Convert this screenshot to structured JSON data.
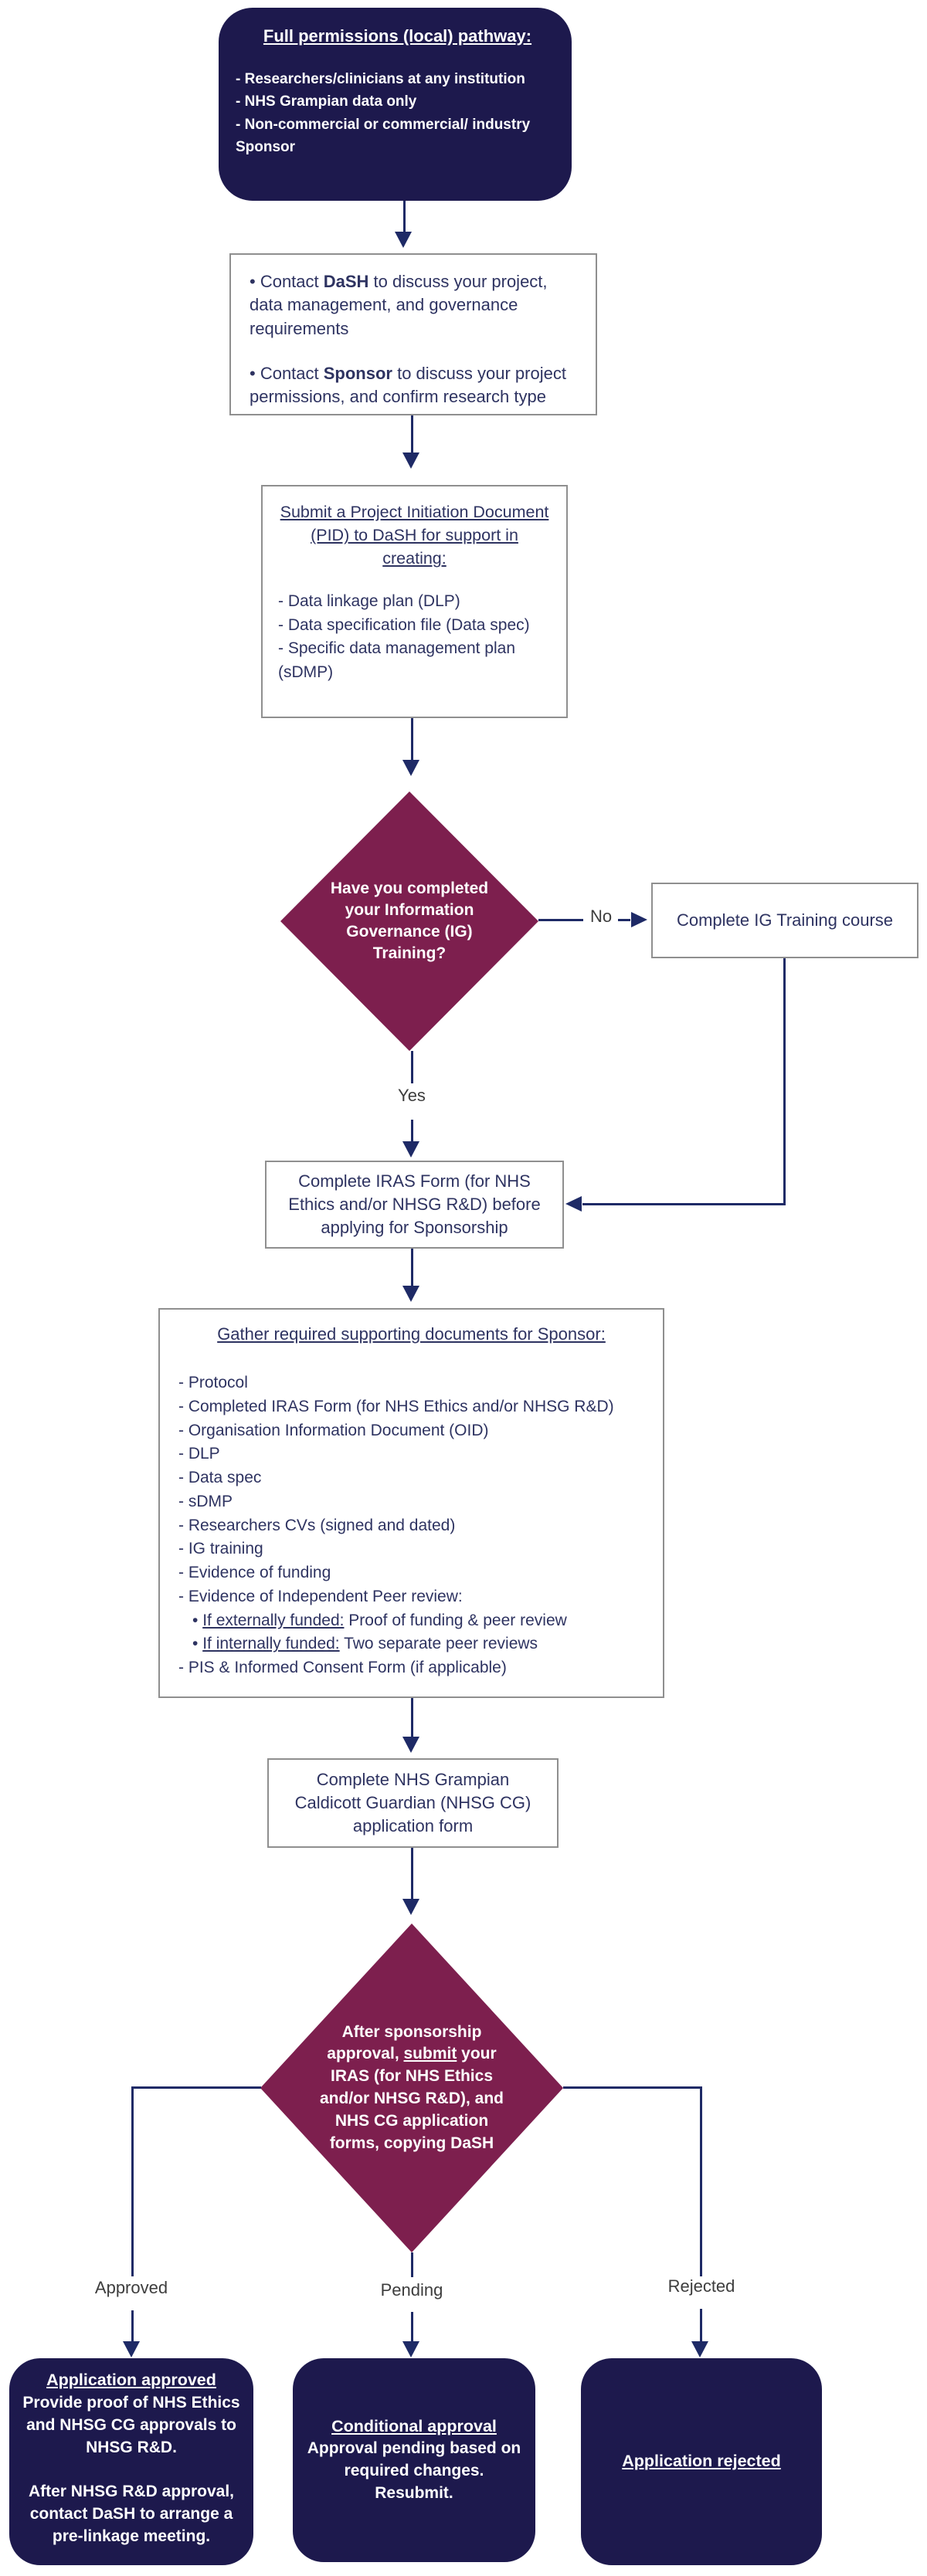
{
  "colors": {
    "node_navy": "#1d194d",
    "decision_maroon": "#7d1f4e",
    "connector_blue": "#1e2a66"
  },
  "nodes": {
    "start": {
      "title": "Full permissions (local) pathway:",
      "items": [
        "- Researchers/clinicians at any institution",
        "- NHS Grampian data only",
        "- Non-commercial or commercial/ industry Sponsor"
      ]
    },
    "contact": {
      "b1_pre": "• Contact ",
      "b1_bold": "DaSH",
      "b1_rest": " to discuss your project, data management, and governance requirements",
      "b2_pre": "• Contact ",
      "b2_bold": "Sponsor",
      "b2_rest": " to discuss your project permissions, and confirm research type"
    },
    "pid": {
      "heading": "Submit a Project Initiation Document (PID) to DaSH for support in creating:",
      "items": [
        "- Data linkage plan (DLP)",
        "- Data specification file (Data spec)",
        "- Specific data management plan (sDMP)"
      ]
    },
    "ig_decision": {
      "text": "Have you completed your Information Governance (IG) Training?"
    },
    "ig_training": {
      "text": "Complete IG Training course"
    },
    "iras": {
      "text": "Complete IRAS Form (for NHS Ethics and/or NHSG R&D) before applying for Sponsorship"
    },
    "gather": {
      "heading": "Gather required supporting documents for Sponsor:",
      "items": [
        "- Protocol",
        "- Completed IRAS Form (for NHS Ethics and/or NHSG R&D)",
        "- Organisation Information Document (OID)",
        "- DLP",
        "- Data spec",
        "- sDMP",
        "- Researchers CVs (signed and dated)",
        "- IG training",
        "- Evidence of funding",
        "- Evidence of Independent Peer review:"
      ],
      "bullets": [
        {
          "pre": "• ",
          "u": "If externally funded:",
          "rest": " Proof of funding & peer review"
        },
        {
          "pre": "• ",
          "u": "If internally funded:",
          "rest": " Two separate peer reviews"
        }
      ],
      "last_item": "- PIS & Informed Consent Form (if applicable)"
    },
    "cg": {
      "text": "Complete NHS Grampian Caldicott Guardian (NHSG CG) application form"
    },
    "submit_decision": {
      "pre": "After sponsorship approval, ",
      "u": "submit",
      "rest": " your IRAS (for NHS Ethics and/or NHSG R&D), and NHS CG application forms, copying DaSH"
    },
    "approved": {
      "title": "Application approved",
      "body1": "Provide proof of NHS Ethics and NHSG CG approvals to NHSG R&D.",
      "body2": "After NHSG R&D approval, contact DaSH to arrange a pre-linkage meeting."
    },
    "conditional": {
      "title": "Conditional approval",
      "body1": "Approval pending based on required changes.",
      "body2": "Resubmit."
    },
    "rejected": {
      "title": "Application rejected"
    }
  },
  "edge_labels": {
    "no": "No",
    "yes": "Yes",
    "approved": "Approved",
    "pending": "Pending",
    "rejected": "Rejected"
  }
}
